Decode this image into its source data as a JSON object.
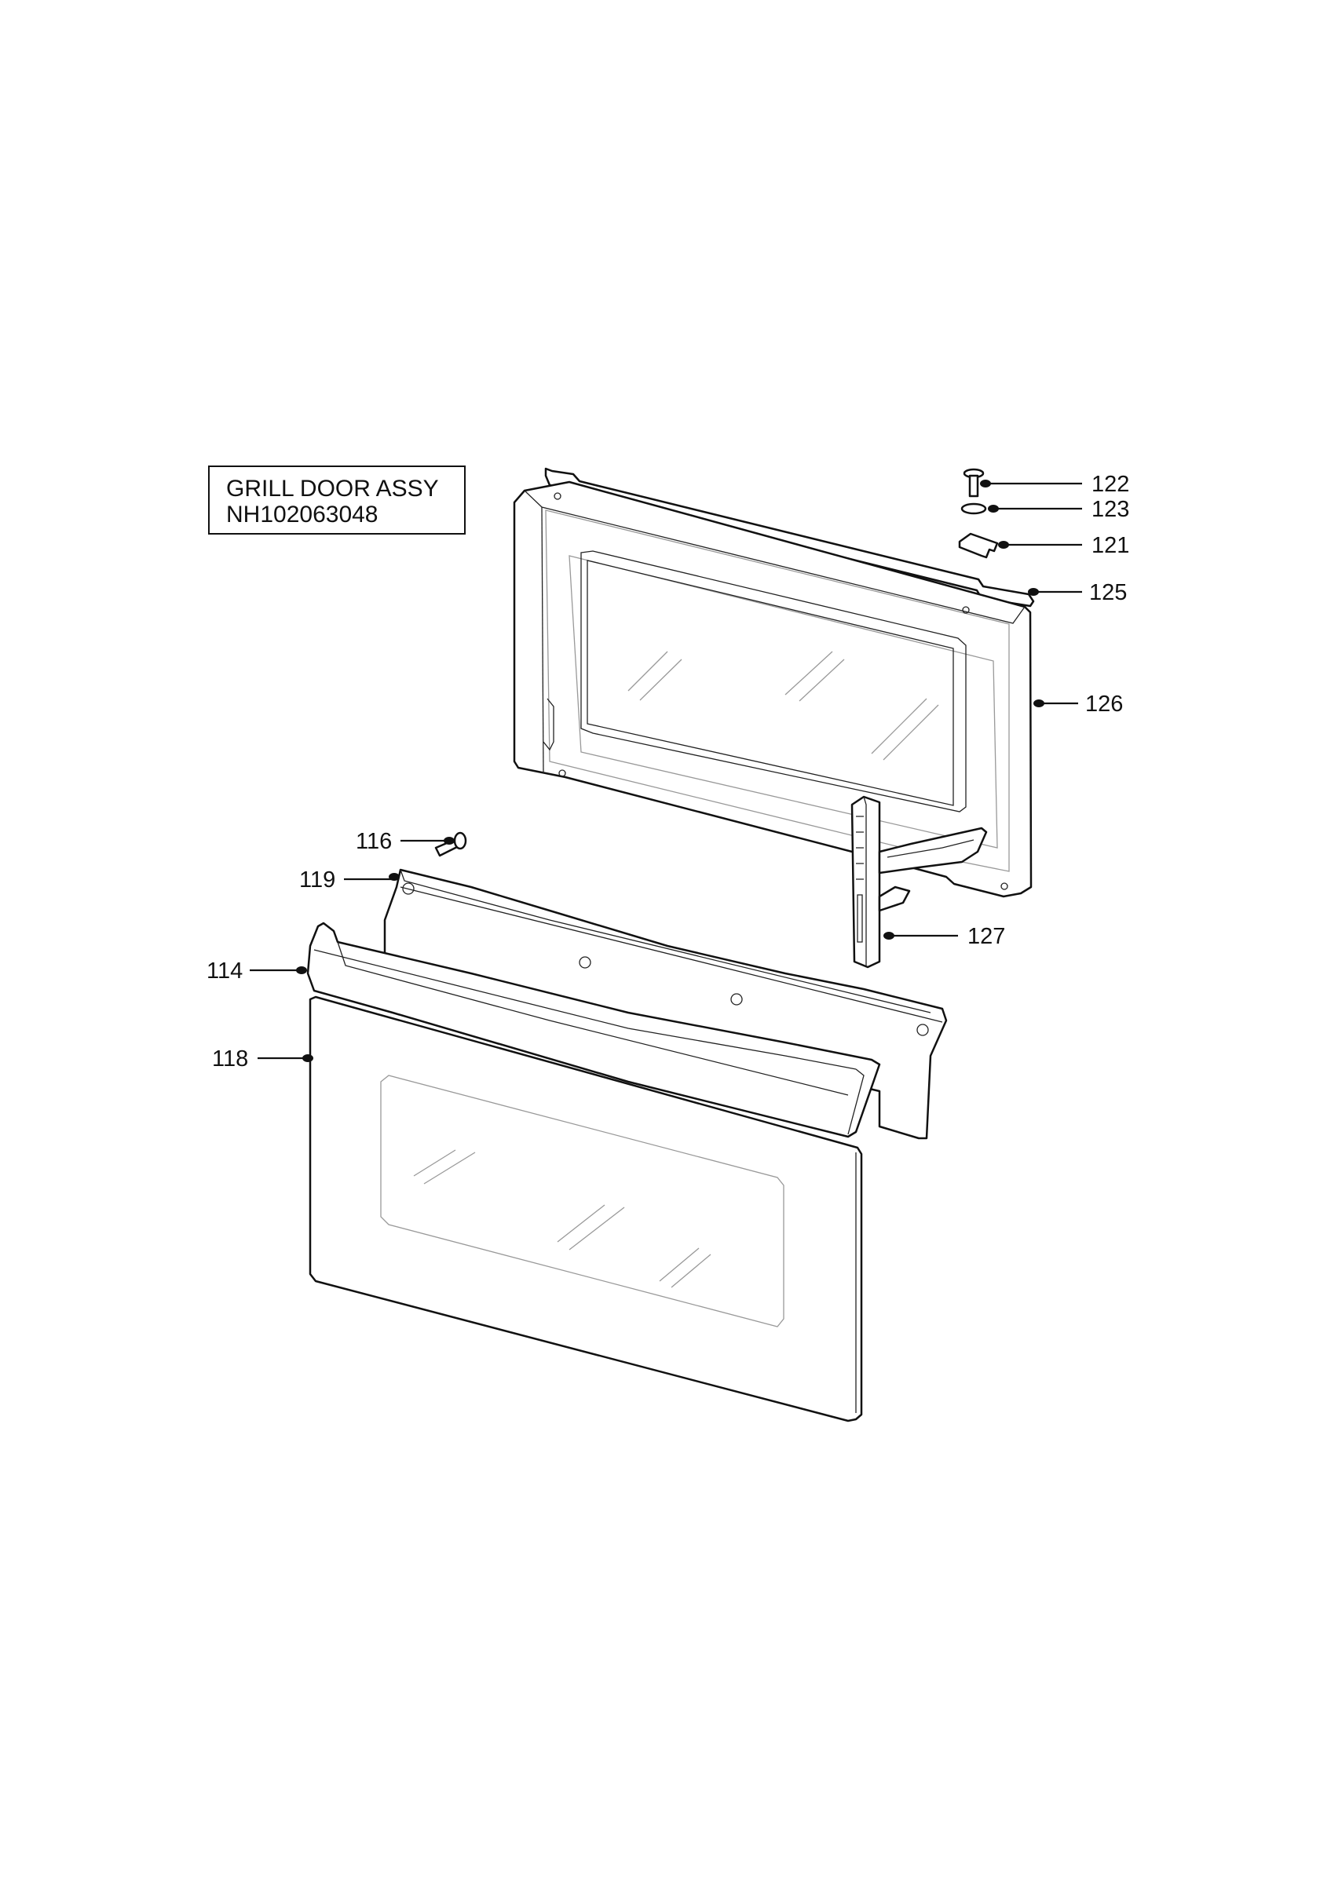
{
  "title": {
    "line1": "GRILL DOOR ASSY",
    "line2": "NH102063048"
  },
  "callouts": [
    {
      "id": "122",
      "label": "122"
    },
    {
      "id": "123",
      "label": "123"
    },
    {
      "id": "121",
      "label": "121"
    },
    {
      "id": "125",
      "label": "125"
    },
    {
      "id": "126",
      "label": "126"
    },
    {
      "id": "116",
      "label": "116"
    },
    {
      "id": "119",
      "label": "119"
    },
    {
      "id": "127",
      "label": "127"
    },
    {
      "id": "114",
      "label": "114"
    },
    {
      "id": "118",
      "label": "118"
    }
  ],
  "colors": {
    "line": "#111111",
    "background": "#ffffff"
  }
}
